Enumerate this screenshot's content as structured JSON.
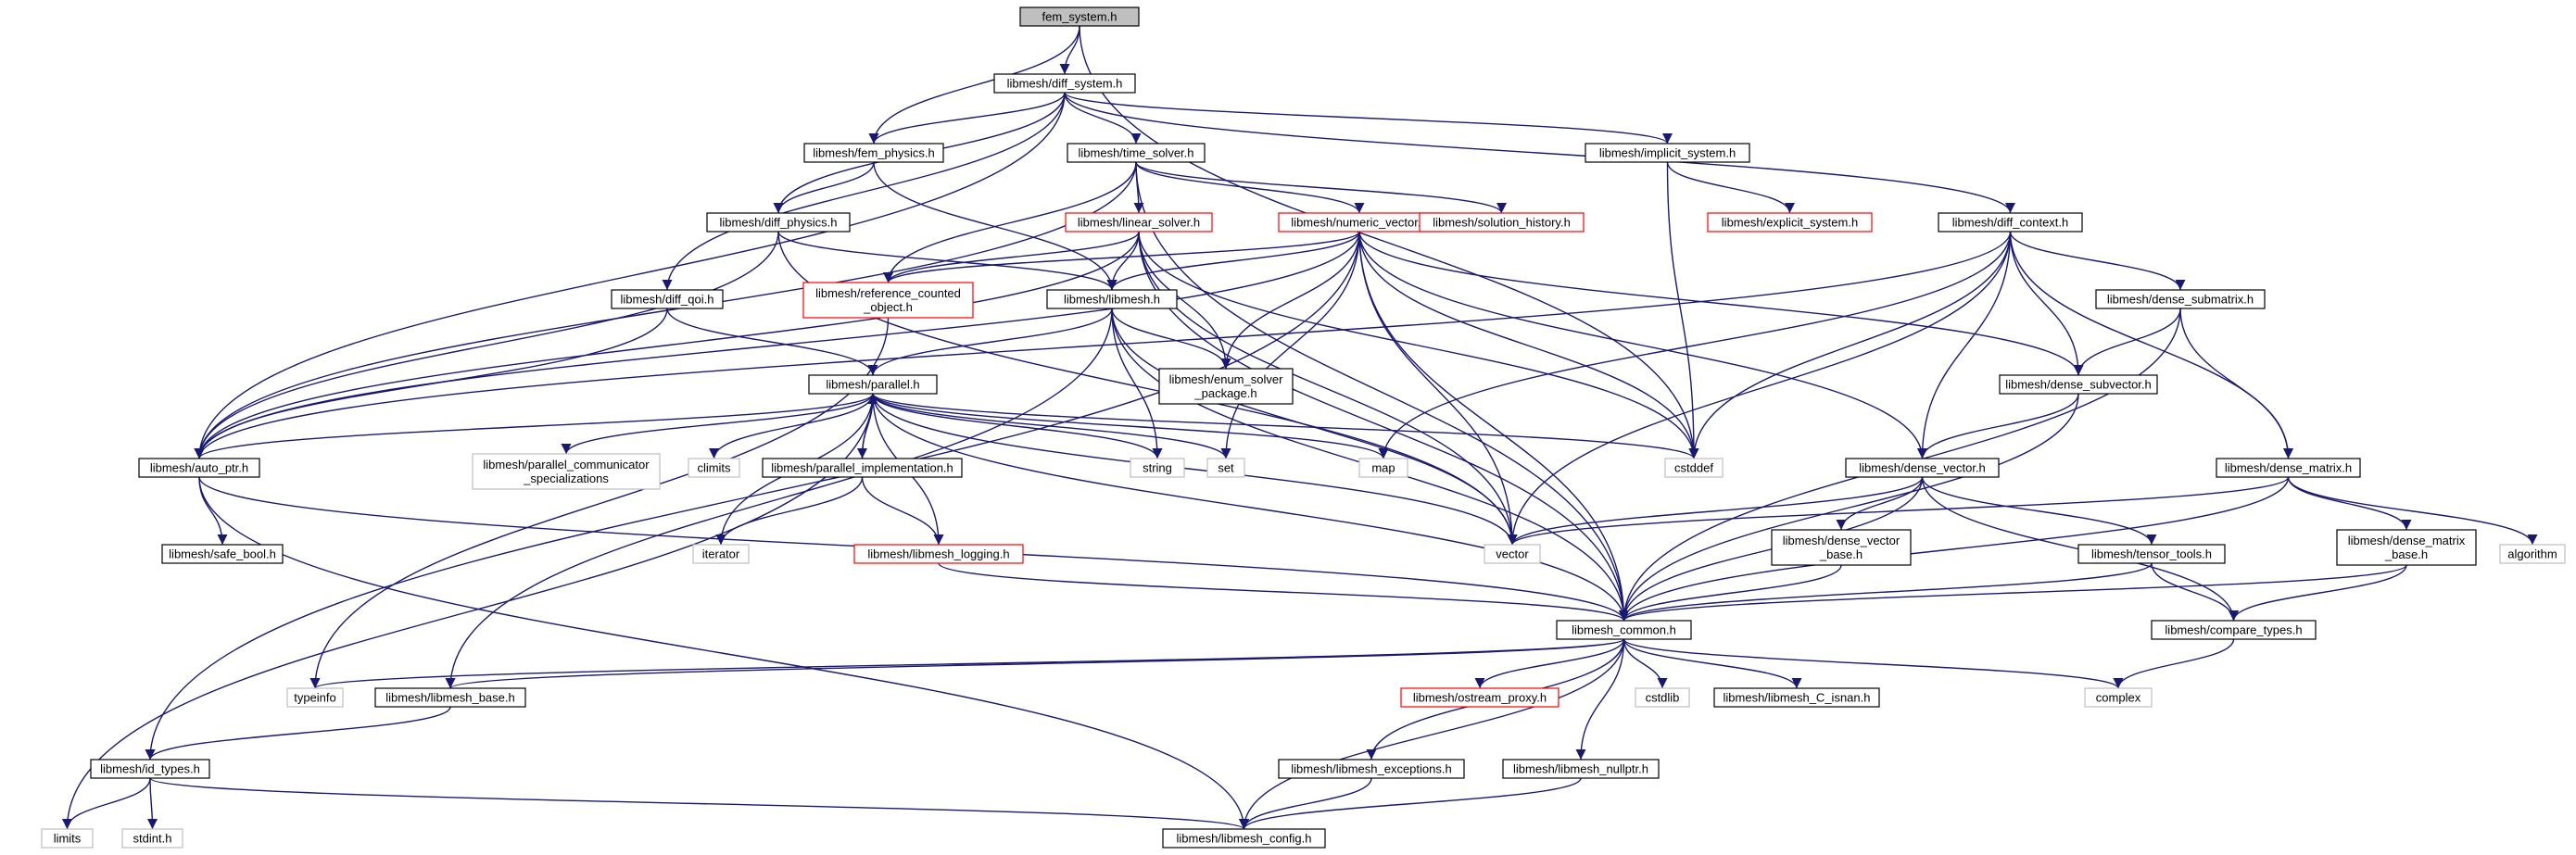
{
  "graph": {
    "root": "fem_system.h",
    "colors": {
      "root_fill": "#bfbfbf",
      "normal_border": "#000000",
      "truncated_border": "#ff0000",
      "external_border": "#bfbfbf",
      "edge": "#191970",
      "text": "#000000"
    },
    "nodes": [
      {
        "id": "fem_system",
        "lines": [
          "fem_system.h"
        ],
        "style": "root"
      },
      {
        "id": "diff_system",
        "lines": [
          "libmesh/diff_system.h"
        ],
        "style": "normal"
      },
      {
        "id": "fem_physics",
        "lines": [
          "libmesh/fem_physics.h"
        ],
        "style": "normal"
      },
      {
        "id": "time_solver",
        "lines": [
          "libmesh/time_solver.h"
        ],
        "style": "normal"
      },
      {
        "id": "implicit_system",
        "lines": [
          "libmesh/implicit_system.h"
        ],
        "style": "normal"
      },
      {
        "id": "diff_physics",
        "lines": [
          "libmesh/diff_physics.h"
        ],
        "style": "normal"
      },
      {
        "id": "linear_solver",
        "lines": [
          "libmesh/linear_solver.h"
        ],
        "style": "truncated"
      },
      {
        "id": "numeric_vector",
        "lines": [
          "libmesh/numeric_vector.h"
        ],
        "style": "truncated"
      },
      {
        "id": "solution_history",
        "lines": [
          "libmesh/solution_history.h"
        ],
        "style": "truncated"
      },
      {
        "id": "explicit_system",
        "lines": [
          "libmesh/explicit_system.h"
        ],
        "style": "truncated"
      },
      {
        "id": "diff_context",
        "lines": [
          "libmesh/diff_context.h"
        ],
        "style": "normal"
      },
      {
        "id": "reference_counted",
        "lines": [
          "libmesh/reference_counted",
          "_object.h"
        ],
        "style": "truncated"
      },
      {
        "id": "libmesh",
        "lines": [
          "libmesh/libmesh.h"
        ],
        "style": "normal"
      },
      {
        "id": "diff_qoi",
        "lines": [
          "libmesh/diff_qoi.h"
        ],
        "style": "normal"
      },
      {
        "id": "dense_submatrix",
        "lines": [
          "libmesh/dense_submatrix.h"
        ],
        "style": "normal"
      },
      {
        "id": "enum_solver",
        "lines": [
          "libmesh/enum_solver",
          "_package.h"
        ],
        "style": "normal"
      },
      {
        "id": "parallel",
        "lines": [
          "libmesh/parallel.h"
        ],
        "style": "normal"
      },
      {
        "id": "dense_subvector",
        "lines": [
          "libmesh/dense_subvector.h"
        ],
        "style": "normal"
      },
      {
        "id": "auto_ptr",
        "lines": [
          "libmesh/auto_ptr.h"
        ],
        "style": "normal"
      },
      {
        "id": "parallel_comm_spec",
        "lines": [
          "libmesh/parallel_communicator",
          "_specializations"
        ],
        "style": "external"
      },
      {
        "id": "climits",
        "lines": [
          "climits"
        ],
        "style": "external"
      },
      {
        "id": "parallel_impl",
        "lines": [
          "libmesh/parallel_implementation.h"
        ],
        "style": "normal"
      },
      {
        "id": "string",
        "lines": [
          "string"
        ],
        "style": "external"
      },
      {
        "id": "set",
        "lines": [
          "set"
        ],
        "style": "external"
      },
      {
        "id": "map",
        "lines": [
          "map"
        ],
        "style": "external"
      },
      {
        "id": "cstddef",
        "lines": [
          "cstddef"
        ],
        "style": "external"
      },
      {
        "id": "dense_vector",
        "lines": [
          "libmesh/dense_vector.h"
        ],
        "style": "normal"
      },
      {
        "id": "dense_matrix",
        "lines": [
          "libmesh/dense_matrix.h"
        ],
        "style": "normal"
      },
      {
        "id": "safe_bool",
        "lines": [
          "libmesh/safe_bool.h"
        ],
        "style": "normal"
      },
      {
        "id": "iterator",
        "lines": [
          "iterator"
        ],
        "style": "external"
      },
      {
        "id": "libmesh_logging",
        "lines": [
          "libmesh/libmesh_logging.h"
        ],
        "style": "truncated"
      },
      {
        "id": "vector",
        "lines": [
          "vector"
        ],
        "style": "external"
      },
      {
        "id": "dense_vector_base",
        "lines": [
          "libmesh/dense_vector",
          "_base.h"
        ],
        "style": "normal"
      },
      {
        "id": "tensor_tools",
        "lines": [
          "libmesh/tensor_tools.h"
        ],
        "style": "normal"
      },
      {
        "id": "dense_matrix_base",
        "lines": [
          "libmesh/dense_matrix",
          "_base.h"
        ],
        "style": "normal"
      },
      {
        "id": "algorithm",
        "lines": [
          "algorithm"
        ],
        "style": "external"
      },
      {
        "id": "libmesh_common",
        "lines": [
          "libmesh_common.h"
        ],
        "style": "normal"
      },
      {
        "id": "compare_types",
        "lines": [
          "libmesh/compare_types.h"
        ],
        "style": "normal"
      },
      {
        "id": "typeinfo",
        "lines": [
          "typeinfo"
        ],
        "style": "external"
      },
      {
        "id": "libmesh_base",
        "lines": [
          "libmesh/libmesh_base.h"
        ],
        "style": "normal"
      },
      {
        "id": "ostream_proxy",
        "lines": [
          "libmesh/ostream_proxy.h"
        ],
        "style": "truncated"
      },
      {
        "id": "cstdlib",
        "lines": [
          "cstdlib"
        ],
        "style": "external"
      },
      {
        "id": "c_isnan",
        "lines": [
          "libmesh/libmesh_C_isnan.h"
        ],
        "style": "normal"
      },
      {
        "id": "complex",
        "lines": [
          "complex"
        ],
        "style": "external"
      },
      {
        "id": "id_types",
        "lines": [
          "libmesh/id_types.h"
        ],
        "style": "normal"
      },
      {
        "id": "libmesh_exceptions",
        "lines": [
          "libmesh/libmesh_exceptions.h"
        ],
        "style": "normal"
      },
      {
        "id": "libmesh_nullptr",
        "lines": [
          "libmesh/libmesh_nullptr.h"
        ],
        "style": "normal"
      },
      {
        "id": "limits",
        "lines": [
          "limits"
        ],
        "style": "external"
      },
      {
        "id": "stdint",
        "lines": [
          "stdint.h"
        ],
        "style": "external"
      },
      {
        "id": "libmesh_config",
        "lines": [
          "libmesh/libmesh_config.h"
        ],
        "style": "normal"
      }
    ],
    "edges": [
      [
        "fem_system",
        "diff_system"
      ],
      [
        "fem_system",
        "fem_physics"
      ],
      [
        "fem_system",
        "cstddef"
      ],
      [
        "diff_system",
        "fem_physics"
      ],
      [
        "diff_system",
        "time_solver"
      ],
      [
        "diff_system",
        "implicit_system"
      ],
      [
        "diff_system",
        "diff_physics"
      ],
      [
        "diff_system",
        "diff_context"
      ],
      [
        "diff_system",
        "diff_qoi"
      ],
      [
        "diff_system",
        "auto_ptr"
      ],
      [
        "fem_physics",
        "diff_physics"
      ],
      [
        "fem_physics",
        "libmesh"
      ],
      [
        "time_solver",
        "linear_solver"
      ],
      [
        "time_solver",
        "numeric_vector"
      ],
      [
        "time_solver",
        "solution_history"
      ],
      [
        "time_solver",
        "reference_counted"
      ],
      [
        "time_solver",
        "auto_ptr"
      ],
      [
        "time_solver",
        "libmesh_common"
      ],
      [
        "implicit_system",
        "explicit_system"
      ],
      [
        "implicit_system",
        "cstddef"
      ],
      [
        "diff_physics",
        "libmesh"
      ],
      [
        "diff_physics",
        "auto_ptr"
      ],
      [
        "diff_physics",
        "vector"
      ],
      [
        "linear_solver",
        "reference_counted"
      ],
      [
        "linear_solver",
        "libmesh"
      ],
      [
        "linear_solver",
        "enum_solver"
      ],
      [
        "linear_solver",
        "auto_ptr"
      ],
      [
        "linear_solver",
        "vector"
      ],
      [
        "linear_solver",
        "cstddef"
      ],
      [
        "linear_solver",
        "libmesh_common"
      ],
      [
        "numeric_vector",
        "reference_counted"
      ],
      [
        "numeric_vector",
        "libmesh"
      ],
      [
        "numeric_vector",
        "enum_solver"
      ],
      [
        "numeric_vector",
        "auto_ptr"
      ],
      [
        "numeric_vector",
        "set"
      ],
      [
        "numeric_vector",
        "vector"
      ],
      [
        "numeric_vector",
        "cstddef"
      ],
      [
        "numeric_vector",
        "libmesh_common"
      ],
      [
        "numeric_vector",
        "dense_vector"
      ],
      [
        "numeric_vector",
        "dense_subvector"
      ],
      [
        "numeric_vector",
        "id_types"
      ],
      [
        "diff_context",
        "dense_submatrix"
      ],
      [
        "diff_context",
        "dense_subvector"
      ],
      [
        "diff_context",
        "dense_vector"
      ],
      [
        "diff_context",
        "dense_matrix"
      ],
      [
        "diff_context",
        "map"
      ],
      [
        "diff_context",
        "vector"
      ],
      [
        "diff_context",
        "cstddef"
      ],
      [
        "diff_context",
        "auto_ptr"
      ],
      [
        "reference_counted",
        "typeinfo"
      ],
      [
        "libmesh",
        "parallel"
      ],
      [
        "libmesh",
        "enum_solver"
      ],
      [
        "libmesh",
        "libmesh_base"
      ],
      [
        "libmesh",
        "string"
      ],
      [
        "libmesh",
        "vector"
      ],
      [
        "libmesh",
        "libmesh_common"
      ],
      [
        "diff_qoi",
        "parallel"
      ],
      [
        "diff_qoi",
        "auto_ptr"
      ],
      [
        "dense_submatrix",
        "dense_subvector"
      ],
      [
        "dense_submatrix",
        "dense_matrix"
      ],
      [
        "dense_submatrix",
        "libmesh_common"
      ],
      [
        "parallel",
        "parallel_comm_spec"
      ],
      [
        "parallel",
        "climits"
      ],
      [
        "parallel",
        "parallel_impl"
      ],
      [
        "parallel",
        "string"
      ],
      [
        "parallel",
        "set"
      ],
      [
        "parallel",
        "map"
      ],
      [
        "parallel",
        "cstddef"
      ],
      [
        "parallel",
        "vector"
      ],
      [
        "parallel",
        "iterator"
      ],
      [
        "parallel",
        "libmesh_logging"
      ],
      [
        "parallel",
        "auto_ptr"
      ],
      [
        "parallel",
        "limits"
      ],
      [
        "parallel",
        "libmesh_common"
      ],
      [
        "parallel_impl",
        "parallel"
      ],
      [
        "parallel_impl",
        "iterator"
      ],
      [
        "parallel_impl",
        "libmesh_logging"
      ],
      [
        "dense_subvector",
        "dense_vector"
      ],
      [
        "dense_subvector",
        "libmesh_common"
      ],
      [
        "auto_ptr",
        "safe_bool"
      ],
      [
        "auto_ptr",
        "libmesh_common"
      ],
      [
        "auto_ptr",
        "libmesh_config"
      ],
      [
        "dense_vector",
        "dense_vector_base"
      ],
      [
        "dense_vector",
        "tensor_tools"
      ],
      [
        "dense_vector",
        "compare_types"
      ],
      [
        "dense_vector",
        "vector"
      ],
      [
        "dense_vector",
        "libmesh_common"
      ],
      [
        "dense_matrix",
        "dense_matrix_base"
      ],
      [
        "dense_matrix",
        "algorithm"
      ],
      [
        "dense_matrix",
        "vector"
      ],
      [
        "dense_matrix",
        "libmesh_common"
      ],
      [
        "libmesh_logging",
        "libmesh_common"
      ],
      [
        "dense_vector_base",
        "libmesh_common"
      ],
      [
        "tensor_tools",
        "libmesh_common"
      ],
      [
        "tensor_tools",
        "compare_types"
      ],
      [
        "dense_matrix_base",
        "compare_types"
      ],
      [
        "dense_matrix_base",
        "libmesh_common"
      ],
      [
        "compare_types",
        "complex"
      ],
      [
        "libmesh_common",
        "typeinfo"
      ],
      [
        "libmesh_common",
        "libmesh_base"
      ],
      [
        "libmesh_common",
        "ostream_proxy"
      ],
      [
        "libmesh_common",
        "cstdlib"
      ],
      [
        "libmesh_common",
        "c_isnan"
      ],
      [
        "libmesh_common",
        "complex"
      ],
      [
        "libmesh_common",
        "libmesh_exceptions"
      ],
      [
        "libmesh_common",
        "libmesh_nullptr"
      ],
      [
        "libmesh_common",
        "libmesh_config"
      ],
      [
        "libmesh_base",
        "id_types"
      ],
      [
        "id_types",
        "limits"
      ],
      [
        "id_types",
        "stdint"
      ],
      [
        "id_types",
        "libmesh_config"
      ],
      [
        "libmesh_exceptions",
        "libmesh_config"
      ],
      [
        "libmesh_nullptr",
        "libmesh_config"
      ]
    ]
  }
}
